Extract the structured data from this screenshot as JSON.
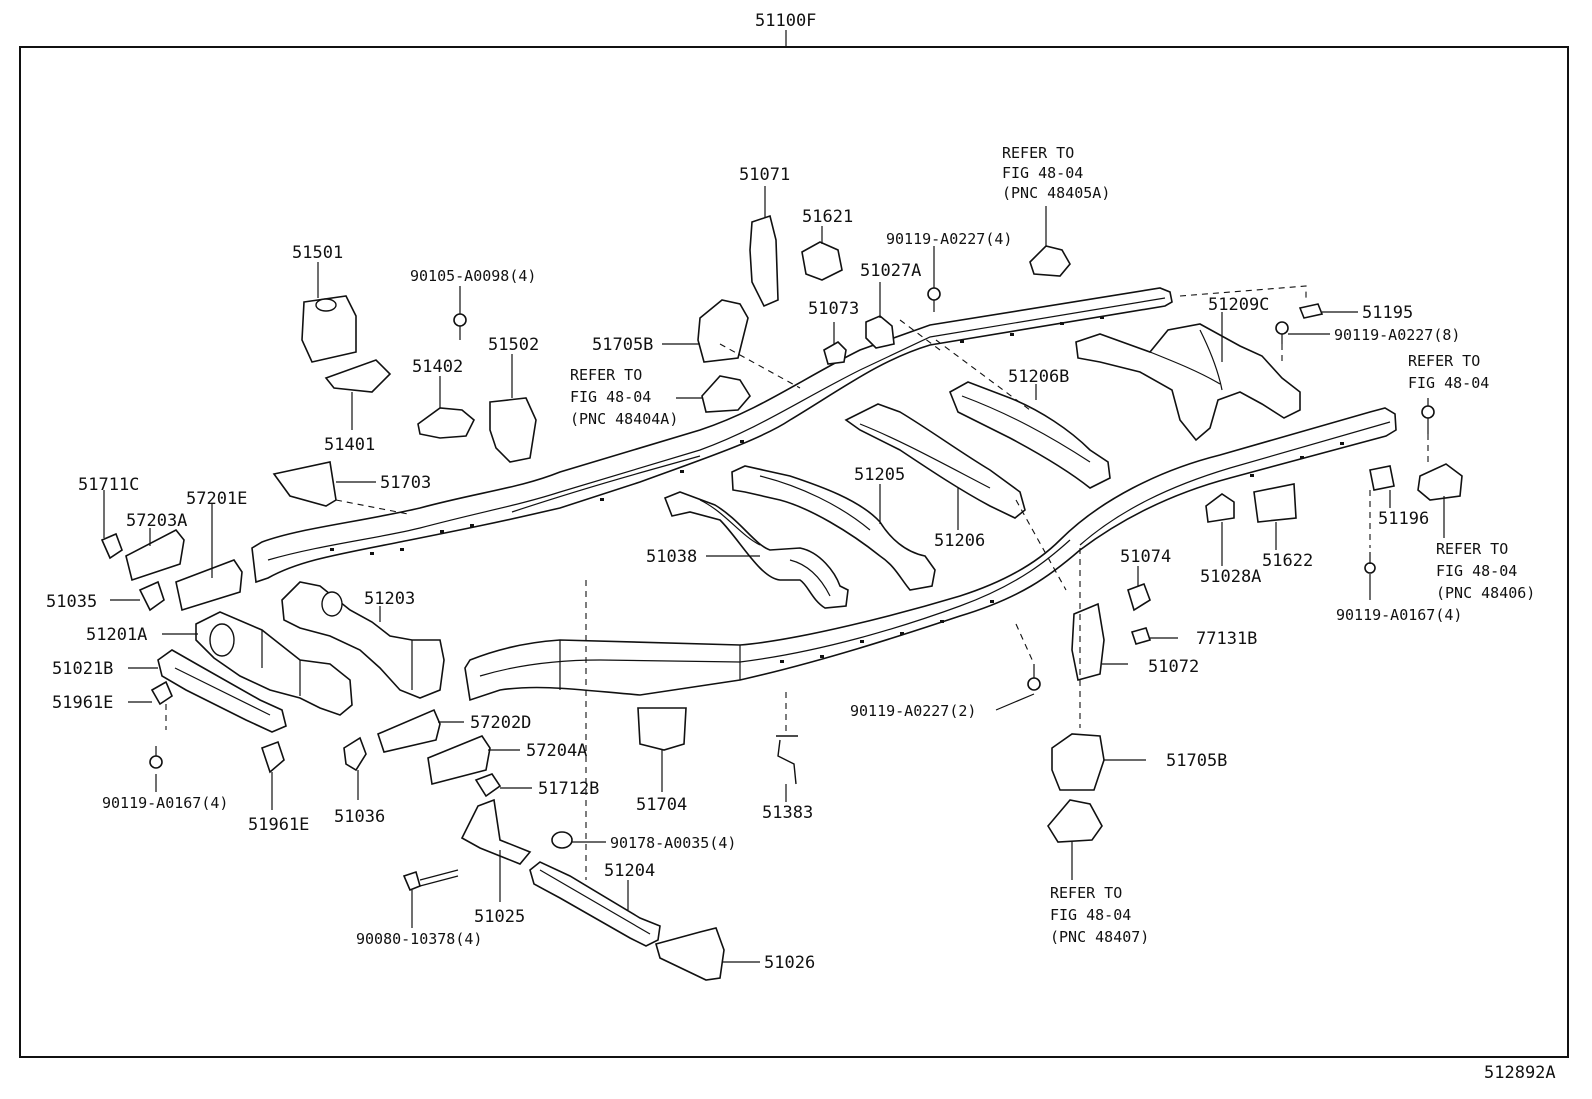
{
  "top_ref": "51100F",
  "figure_id": "512892A",
  "labels": {
    "p51071": "51071",
    "p51621": "51621",
    "p90119_a0227_4": "90119-A0227(4)",
    "p51027a": "51027A",
    "p51073": "51073",
    "p51501": "51501",
    "p90105": "90105-A0098(4)",
    "p51402": "51402",
    "p51502": "51502",
    "p51705b_top": "51705B",
    "p51401": "51401",
    "p51711c": "51711C",
    "p57201e": "57201E",
    "p57203a": "57203A",
    "p51703": "51703",
    "p51035": "51035",
    "p51201a": "51201A",
    "p51203": "51203",
    "p51021b": "51021B",
    "p51961e_left": "51961E",
    "p90119_a0167_left": "90119-A0167(4)",
    "p51961e_bottom": "51961E",
    "p51036": "51036",
    "p57202d": "57202D",
    "p57204a": "57204A",
    "p51712b": "51712B",
    "p51704": "51704",
    "p51383": "51383",
    "p90178": "90178-A0035(4)",
    "p51204": "51204",
    "p51025": "51025",
    "p90080": "90080-10378(4)",
    "p51026": "51026",
    "p51038": "51038",
    "p51205": "51205",
    "p51206": "51206",
    "p51206b": "51206B",
    "p51209c": "51209C",
    "p51195": "51195",
    "p90119_a0227_8": "90119-A0227(8)",
    "p51028a": "51028A",
    "p51622": "51622",
    "p51196": "51196",
    "p90119_a0167_right": "90119-A0167(4)",
    "p51074": "51074",
    "p77131b": "77131B",
    "p51072": "51072",
    "p90119_a0227_2": "90119-A0227(2)",
    "p51705b_bottom": "51705B"
  },
  "refer_notes": {
    "ref_48405a": [
      "REFER TO",
      "FIG 48-04",
      "(PNC 48405A)"
    ],
    "ref_48404a": [
      "REFER TO",
      "FIG 48-04",
      "(PNC 48404A)"
    ],
    "ref_fig_right": [
      "REFER TO",
      "FIG 48-04"
    ],
    "ref_48406": [
      "REFER TO",
      "FIG 48-04",
      "(PNC 48406)"
    ],
    "ref_48407": [
      "REFER TO",
      "FIG 48-04",
      "(PNC 48407)"
    ]
  }
}
